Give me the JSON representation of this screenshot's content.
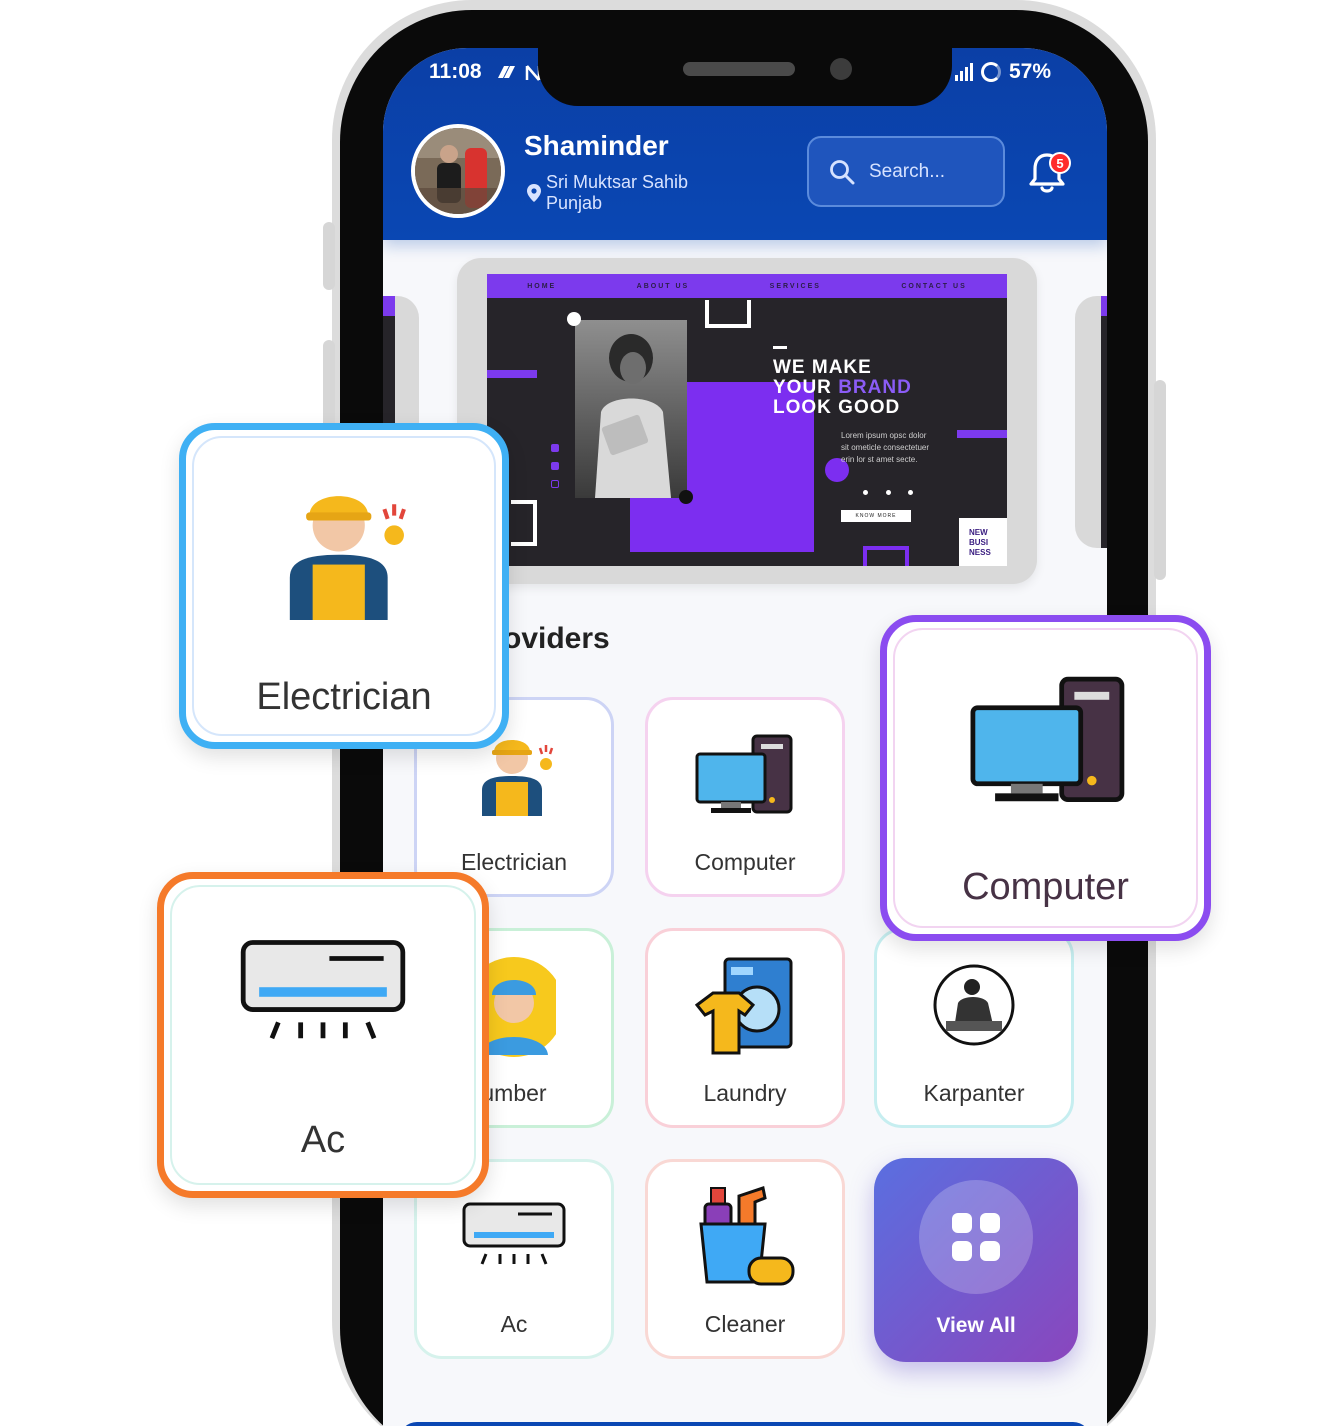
{
  "status_bar": {
    "time": "11:08",
    "battery": "57%"
  },
  "header": {
    "user_name": "Shaminder",
    "location_line1": "Sri Muktsar Sahib",
    "location_line2": "Punjab",
    "search_placeholder": "Search...",
    "notification_count": "5"
  },
  "banner": {
    "nav": [
      "HOME",
      "ABOUT US",
      "SERVICES",
      "CONTACT US"
    ],
    "headline_line1": "WE MAKE",
    "headline_your": "YOUR",
    "headline_brand": "BRAND",
    "headline_line3": "LOOK GOOD",
    "lorem": "Lorem ipsum opsc dolor sit ometicle consectetuer erin lor st amet secte.",
    "button": "KNOW MORE",
    "badge_lines": [
      "NEW",
      "BUSI",
      "NESS"
    ]
  },
  "section": {
    "title_fragment": "oviders"
  },
  "services": [
    {
      "label": "Electrician",
      "icon": "electrician-icon"
    },
    {
      "label": "Computer",
      "icon": "computer-icon"
    },
    {
      "label": "umber",
      "icon": "plumber-icon"
    },
    {
      "label": "Laundry",
      "icon": "laundry-icon"
    },
    {
      "label": "Karpanter",
      "icon": "carpenter-icon"
    },
    {
      "label": "Ac",
      "icon": "ac-icon"
    },
    {
      "label": "Cleaner",
      "icon": "cleaner-icon"
    }
  ],
  "view_all": {
    "label": "View All",
    "icon": "grid-icon"
  },
  "zoom_cards": {
    "electrician": {
      "label": "Electrician",
      "border": "#3fb0f4"
    },
    "computer": {
      "label": "Computer",
      "border": "#8b4cf0"
    },
    "ac": {
      "label": "Ac",
      "border": "#f57a2a"
    }
  },
  "colors": {
    "header_blue": "#0a47b3",
    "accent_purple": "#7c3aed",
    "badge_red": "#ff2b2b"
  }
}
